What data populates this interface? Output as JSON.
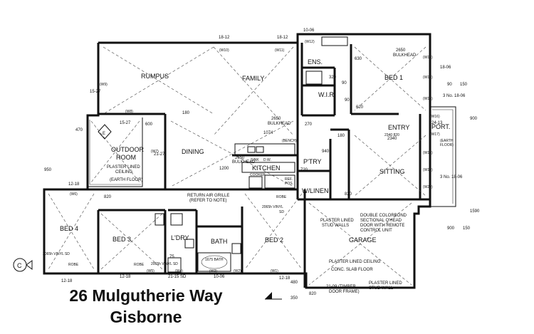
{
  "address": {
    "street": "26 Mulgutherie Way",
    "suburb": "Gisborne"
  },
  "rooms": {
    "rumpus": "RUMPUS",
    "family": "FAMILY",
    "ens": "ENS.",
    "wir": "W.I.R",
    "bed1": "BED 1",
    "outdoor1": "OUTDOOR",
    "outdoor2": "ROOM",
    "dining": "DINING",
    "kitchen": "KITCHEN",
    "ptry": "P'TRY",
    "wlinen": "W/LINEN",
    "entry": "ENTRY",
    "port": "PORT.",
    "sitting": "SITTING",
    "bed4": "BED 4",
    "bed3": "BED 3",
    "ldry": "L'DRY",
    "bath": "BATH",
    "bed2": "BED 2",
    "garage": "GARAGE"
  },
  "notes": {
    "outdoor_ceiling1": "PLASTER LINED",
    "outdoor_ceiling2": "CEILING",
    "outdoor_floor": "(EARTH FLOOR)",
    "outdoor_marker": "E",
    "section_marker": "C",
    "return_air1": "RETURN AIR GRILLE",
    "return_air2": "(REFER TO NOTE)",
    "garage_walls1": "PLASTER LINED",
    "garage_walls2": "STUD WALLS",
    "garage_door1": "DOUBLE COLORBOND",
    "garage_door2": "SECTIONAL O'HEAD",
    "garage_door3": "DOOR WITH REMOTE",
    "garage_door4": "CONTROL UNIT",
    "garage_ceiling": "PLASTER LINED CEILING",
    "garage_floor": "CONC. SLAB FLOOR",
    "garage_studs1": "PLASTER LINED",
    "garage_studs2": "STUD WALL",
    "timber_frame1": "21-09 (TIMBER",
    "timber_frame2": "DOOR FRAME)",
    "bulkhead_k1": "2650",
    "bulkhead_k2": "BULKHEAD",
    "bulkhead_f1": "2650",
    "bulkhead_f2": "BULKHEAD",
    "bulkhead_b1": "2650",
    "bulkhead_b2": "BULKHEAD",
    "sink": "SINK",
    "dw": "D.W.",
    "cooker": "COOKER",
    "ref": "REF.",
    "pos": "POS.",
    "bench": "(BENCH)",
    "robe1": "ROBE",
    "robe2": "ROBE",
    "robe3": "ROBE",
    "vinyl1": "2065h VINYL SD",
    "vinyl2": "2065h VINYL SD",
    "vinyl3": "2065h VINYL",
    "vinyl3b": "SD",
    "bath_len": "1675 BATH",
    "earth_floor1": "(EARTH",
    "earth_floor2": "FLOOR)",
    "cloths": "2340 820"
  },
  "windows": [
    "(W10)",
    "(W11)",
    "(W12)",
    "(W9)",
    "(W8)",
    "(W7)",
    "(W6)",
    "(W5)",
    "(W4)",
    "(W3)",
    "(W2)",
    "(W1)",
    "(W13)",
    "(W14)",
    "(W15)",
    "(W16)",
    "(W17)",
    "(W18)",
    "(W19)",
    "(W20)"
  ],
  "dims": {
    "d1812a": "18-12",
    "d1812b": "18-12",
    "d1006": "10-06",
    "d1527a": "15-27",
    "d1527b": "15-27",
    "d2127": "21-27",
    "d470": "470",
    "d600": "600",
    "d950": "950",
    "d1218a": "12-18",
    "d1218b": "12-18",
    "d1218c": "12-18",
    "d1218d": "12-18",
    "d2115": "21-15 SD",
    "d1006b": "10-06",
    "d1074": "1074",
    "d1200": "1200",
    "d270": "270",
    "d180a": "180",
    "d180b": "180",
    "d820a": "820",
    "d820b": "820",
    "d820c": "820",
    "d720": "720",
    "d940": "940",
    "d320": "320",
    "d90a": "90",
    "d90b": "90",
    "d90c": "90",
    "d150a": "150",
    "d150b": "150",
    "d1806a": "18-06",
    "d1806b": "3 No. 18-06",
    "d1806c": "3 No. 18-06",
    "d480": "480",
    "d350": "350",
    "d75": "75",
    "d2413": "24-13",
    "d1590": "1590",
    "d900": "900",
    "d900b": "900",
    "d630": "630",
    "d620": "620",
    "d2340": "2340"
  }
}
